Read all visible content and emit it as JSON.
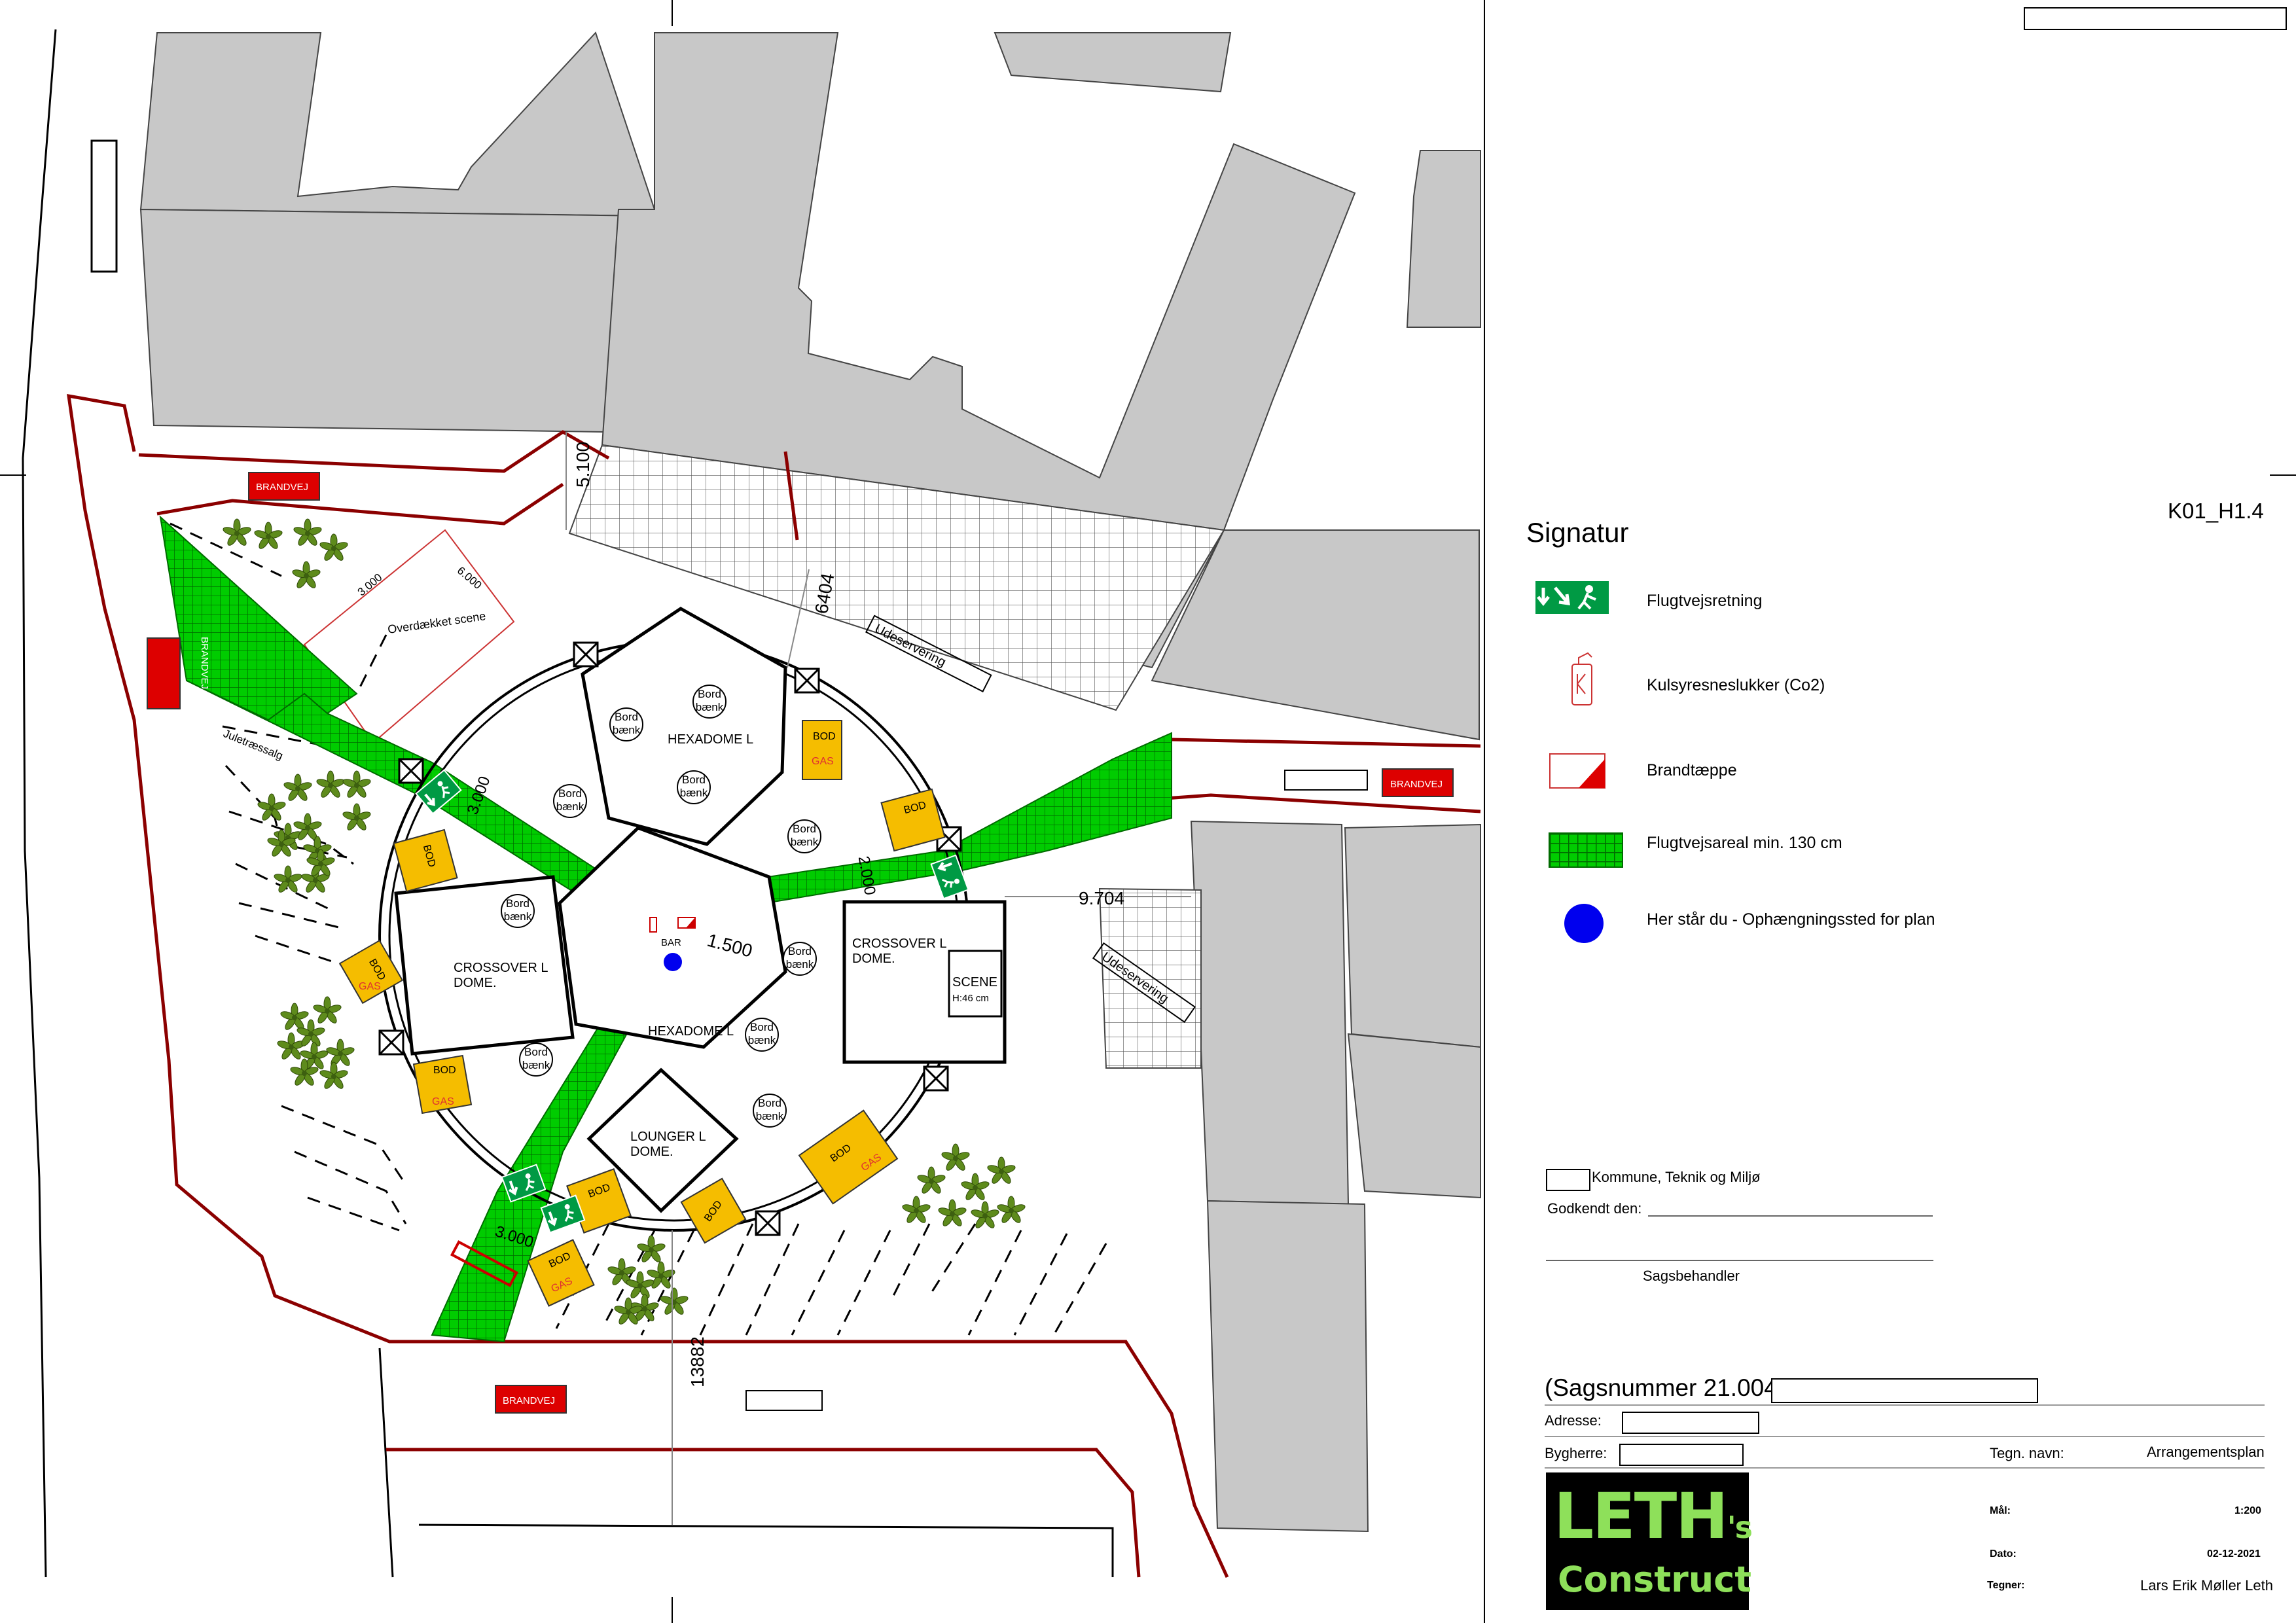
{
  "drawing_id": "K01_H1.4",
  "legend": {
    "title": "Signatur",
    "items": [
      {
        "key": "escape",
        "label": "Flugtvejsretning",
        "icon": "escape-route-sign-icon"
      },
      {
        "key": "extinguisher",
        "label": "Kulsyresneslukker (Co2)",
        "icon": "fire-extinguisher-icon"
      },
      {
        "key": "blanket",
        "label": "Brandtæppe",
        "icon": "fire-blanket-icon"
      },
      {
        "key": "area",
        "label": "Flugtvejsareal min. 130 cm",
        "icon": "green-grid-area-icon"
      },
      {
        "key": "here",
        "label": "Her står du - Ophængningssted for plan",
        "icon": "blue-dot-icon"
      }
    ]
  },
  "approval": {
    "authority": "Kommune, Teknik og Miljø",
    "approved_label": "Godkendt den:",
    "case_handler": "Sagsbehandler"
  },
  "titleblock": {
    "case_number": "(Sagsnummer 21.004)",
    "address_label": "Adresse:",
    "builder_label": "Bygherre:",
    "drawing_name_label": "Tegn. navn:",
    "drawing_name": "Arrangementsplan",
    "scale_label": "Mål:",
    "scale": "1:200",
    "date_label": "Dato:",
    "date": "02-12-2021",
    "drawer_label": "Tegner:",
    "drawer": "Lars Erik Møller Leth",
    "logo_top": "LETH",
    "logo_apos": "'s",
    "logo_bottom": "Construct"
  },
  "plan": {
    "brandvej": "BRANDVEJ",
    "udeservering": "Udeservering",
    "scene_label": "Overdækket scene",
    "scene_dims": [
      "3.000",
      "6.000"
    ],
    "juletrae": "Juletræssalg",
    "hexadome_1": "HEXADOME L",
    "hexadome_2": "HEXADOME L",
    "crossover_left": [
      "CROSSOVER L",
      "DOME."
    ],
    "crossover_right": [
      "CROSSOVER L",
      "DOME."
    ],
    "lounger": [
      "LOUNGER L",
      "DOME."
    ],
    "stage": [
      "SCENE",
      "H:46 cm"
    ],
    "bar": "BAR",
    "bord": [
      "Bord",
      "bænk"
    ],
    "bod": "BOD",
    "gas": "GAS",
    "dims": {
      "d5100": "5.100",
      "d6404": "6404",
      "d9704": "9.704",
      "d13882": "13882",
      "d1500": "1.500",
      "d3000": "3.000",
      "d2000": "2.000"
    }
  },
  "colors": {
    "building": "#c8c8c8",
    "road_line": "#8b0000",
    "escape_green": "#00cc00",
    "bod_yellow": "#f5bd00",
    "brandvej_red": "#dd0000",
    "here_blue": "#0000ee",
    "sign_green": "#009a44"
  }
}
